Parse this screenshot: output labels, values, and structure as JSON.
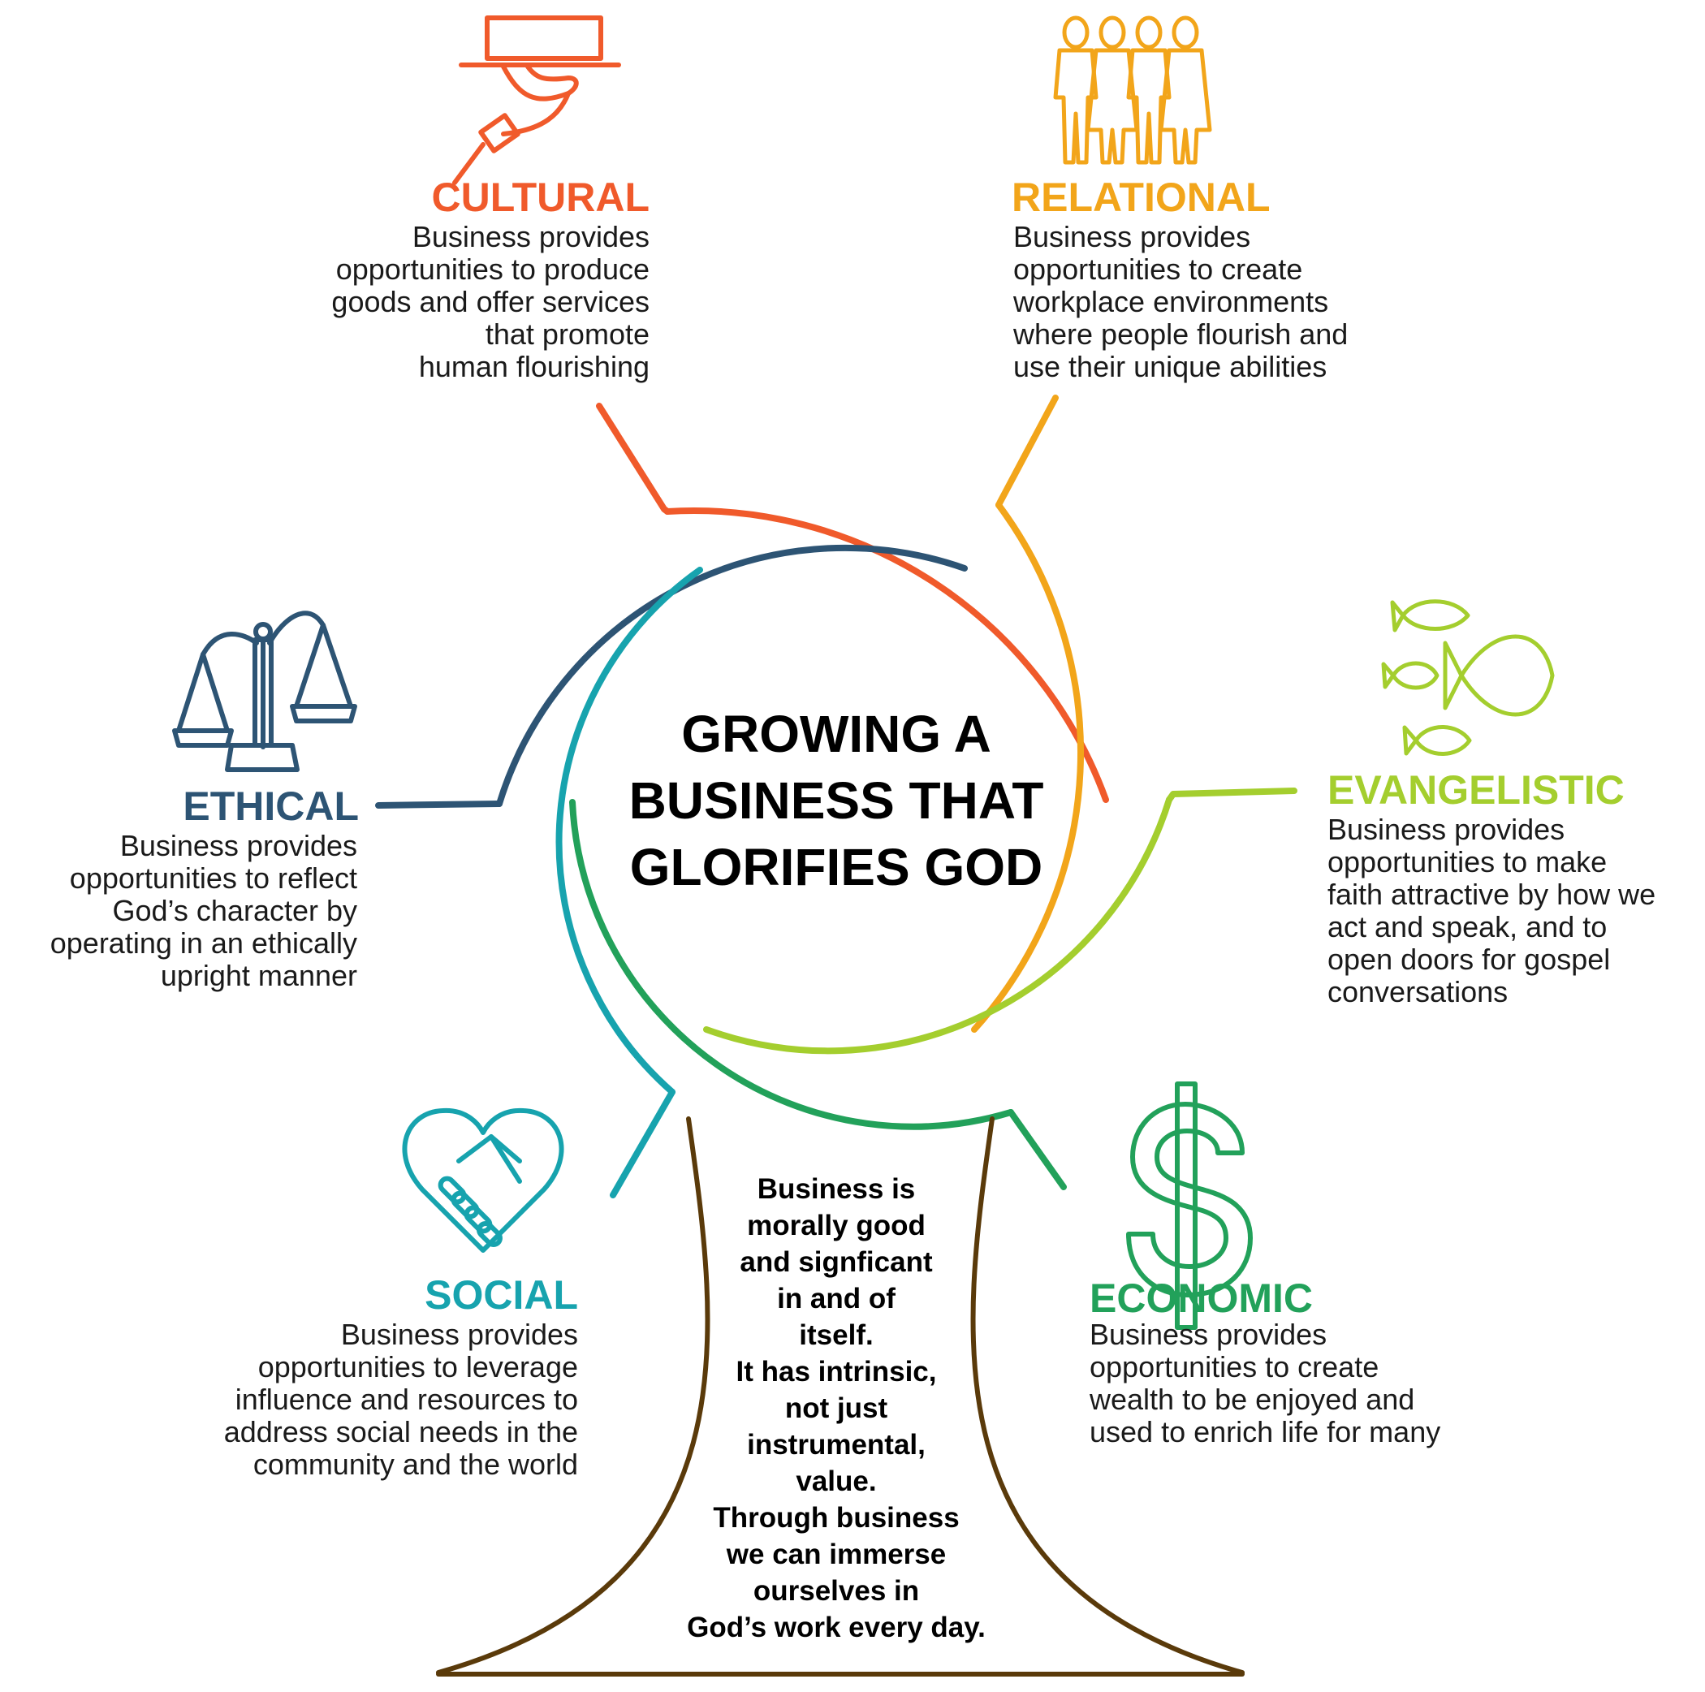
{
  "colors": {
    "cultural": "#F05A2B",
    "relational": "#F2A51A",
    "evangelistic": "#A4CE2E",
    "economic": "#22A15A",
    "social": "#17A3AE",
    "ethical": "#2D5474",
    "trunk": "#5A3A0A"
  },
  "center_title": [
    "GROWING A",
    "BUSINESS THAT",
    "GLORIFIES GOD"
  ],
  "categories": {
    "cultural": {
      "heading": "CULTURAL",
      "lines": [
        "Business provides",
        "opportunities to produce",
        "goods and offer services",
        "that promote",
        "human flourishing"
      ],
      "icon": "serving-tray-icon"
    },
    "relational": {
      "heading": "RELATIONAL",
      "lines": [
        "Business provides",
        "opportunities to create",
        "workplace environments",
        "where people flourish and",
        "use their unique abilities"
      ],
      "icon": "people-holding-hands-icon"
    },
    "evangelistic": {
      "heading": "EVANGELISTIC",
      "lines": [
        "Business provides",
        "opportunities to make",
        "faith attractive by how we",
        "act and speak, and to",
        "open doors for gospel",
        "conversations"
      ],
      "icon": "fish-icon"
    },
    "economic": {
      "heading": "ECONOMIC",
      "lines": [
        "Business provides",
        "opportunities to create",
        "wealth to be enjoyed and",
        "used to enrich life for many"
      ],
      "icon": "dollar-sign-icon"
    },
    "social": {
      "heading": "SOCIAL",
      "lines": [
        "Business provides",
        "opportunities to leverage",
        "influence and resources to",
        "address social needs in the",
        "community and the world"
      ],
      "icon": "handshake-heart-icon"
    },
    "ethical": {
      "heading": "ETHICAL",
      "lines": [
        "Business provides",
        "opportunities to reflect",
        "God’s character by",
        "operating in an ethically",
        "upright manner"
      ],
      "icon": "scales-of-justice-icon"
    }
  },
  "trunk_text": [
    "Business is",
    "morally good",
    "and signficant",
    "in and of",
    "itself.",
    "It has intrinsic,",
    "not just",
    "instrumental,",
    "value.",
    "Through business",
    "we can immerse",
    "ourselves in",
    "God’s work every day."
  ]
}
